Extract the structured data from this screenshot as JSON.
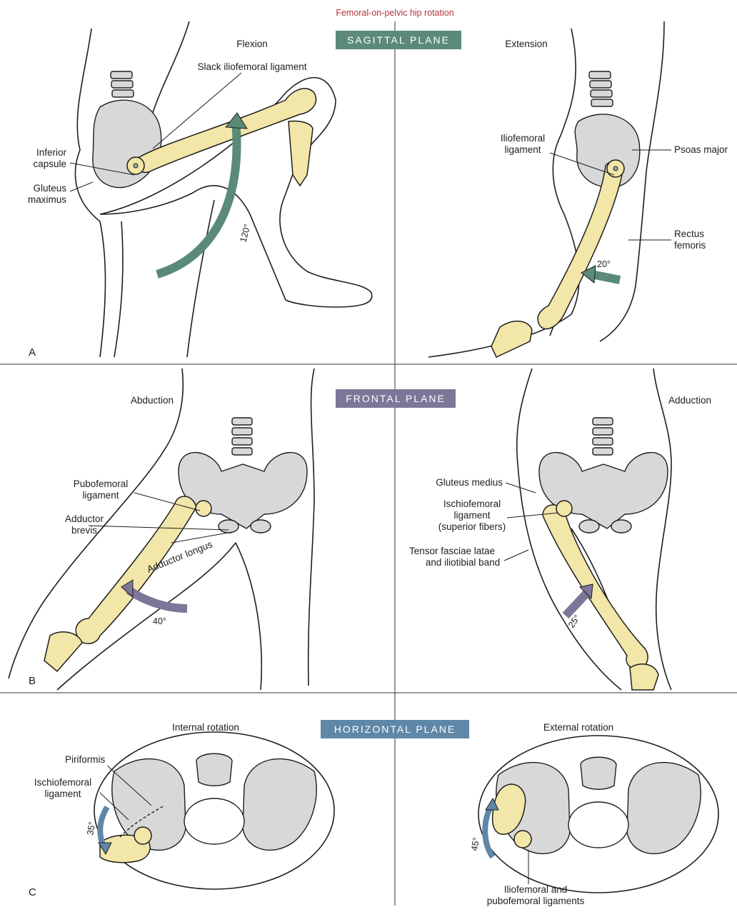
{
  "title": "Femoral-on-pelvic hip rotation",
  "colors": {
    "title": "#b2343c",
    "sagittal": "#5b8a78",
    "frontal": "#7d7699",
    "horizontal": "#5f87a8",
    "bone": "#f2e6a8",
    "pelvis": "#d8d8d8"
  },
  "planes": {
    "sagittal": "SAGITTAL PLANE",
    "frontal": "FRONTAL PLANE",
    "horizontal": "HORIZONTAL PLANE"
  },
  "panel_letters": [
    "A",
    "B",
    "C"
  ],
  "flexion": {
    "heading": "Flexion",
    "degree": "120°",
    "labels": {
      "slack": "Slack iliofemoral ligament",
      "inferior_1": "Inferior",
      "inferior_2": "capsule",
      "gluteus_1": "Gluteus",
      "gluteus_2": "maximus"
    }
  },
  "extension": {
    "heading": "Extension",
    "degree": "20°",
    "labels": {
      "ilio_1": "Iliofemoral",
      "ilio_2": "ligament",
      "psoas": "Psoas major",
      "rectus_1": "Rectus",
      "rectus_2": "femoris"
    }
  },
  "abduction": {
    "heading": "Abduction",
    "degree": "40°",
    "labels": {
      "pubo_1": "Pubofemoral",
      "pubo_2": "ligament",
      "brevis_1": "Adductor",
      "brevis_2": "brevis",
      "longus": "Adductor longus"
    }
  },
  "adduction": {
    "heading": "Adduction",
    "degree": "25°",
    "labels": {
      "medius": "Gluteus medius",
      "ischio_1": "Ischiofemoral",
      "ischio_2": "ligament",
      "ischio_3": "(superior fibers)",
      "tensor_1": "Tensor fasciae latae",
      "tensor_2": "and iliotibial band"
    }
  },
  "internal": {
    "heading": "Internal rotation",
    "degree": "35°",
    "labels": {
      "piriformis": "Piriformis",
      "ischio_1": "Ischiofemoral",
      "ischio_2": "ligament"
    }
  },
  "external": {
    "heading": "External rotation",
    "degree": "45°",
    "labels": {
      "ilio_1": "Iliofemoral and",
      "ilio_2": "pubofemoral ligaments"
    }
  }
}
